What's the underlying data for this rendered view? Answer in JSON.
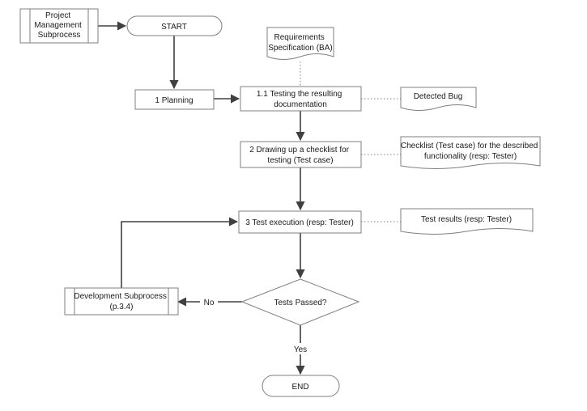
{
  "diagram": {
    "nodes": {
      "pm_subprocess": {
        "lines": [
          "Project",
          "Management",
          "Subprocess"
        ]
      },
      "start": {
        "lines": [
          "START"
        ]
      },
      "requirements": {
        "lines": [
          "Requirements",
          "Specification (BA)"
        ]
      },
      "planning": {
        "lines": [
          "1 Planning"
        ]
      },
      "testing_docs": {
        "lines": [
          "1.1 Testing the resulting",
          "documentation"
        ]
      },
      "detected_bug": {
        "lines": [
          "Detected Bug"
        ]
      },
      "checklist_step": {
        "lines": [
          "2 Drawing up a checklist for",
          "testing (Test case)"
        ]
      },
      "checklist_doc": {
        "lines": [
          "Checklist (Test case) for the described",
          "functionality (resp: Tester)"
        ]
      },
      "test_execution": {
        "lines": [
          "3 Test execution (resp: Tester)"
        ]
      },
      "test_results": {
        "lines": [
          "Test results (resp: Tester)"
        ]
      },
      "dev_subprocess": {
        "lines": [
          "Development Subprocess",
          "(p.3.4)"
        ]
      },
      "tests_passed": {
        "lines": [
          "Tests Passed?"
        ]
      },
      "end": {
        "lines": [
          "END"
        ]
      }
    },
    "edges": {
      "no_label": "No",
      "yes_label": "Yes"
    }
  }
}
